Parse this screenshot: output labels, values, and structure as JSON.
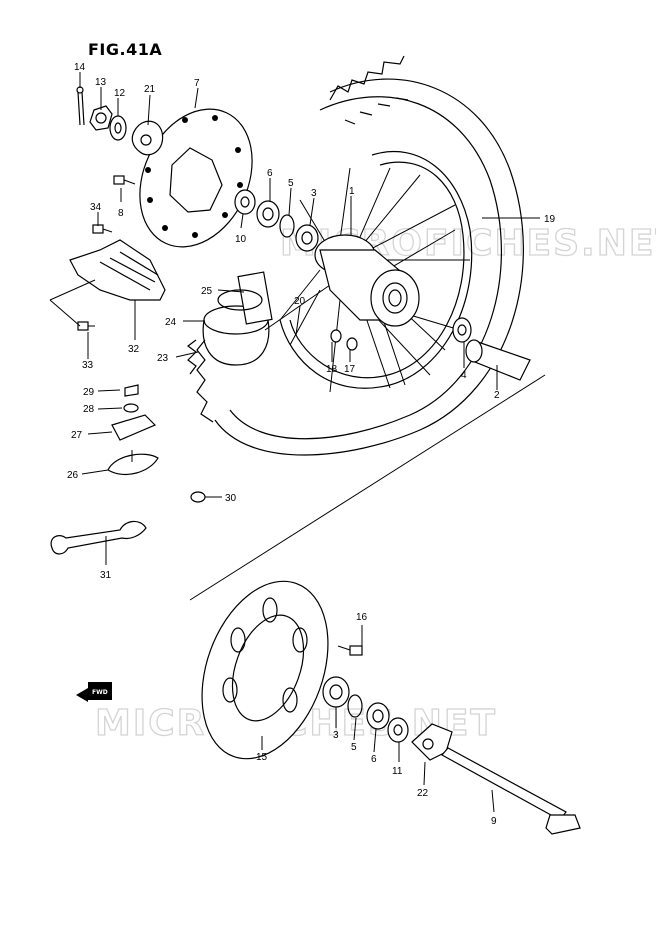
{
  "figure": {
    "title": "FIG.41A"
  },
  "watermark": {
    "text": "MICROFICHES.NET"
  },
  "direction_badge": {
    "text": "FWD"
  },
  "callouts": [
    {
      "id": "c1",
      "label": "1"
    },
    {
      "id": "c2",
      "label": "2"
    },
    {
      "id": "c3a",
      "label": "3"
    },
    {
      "id": "c3b",
      "label": "3"
    },
    {
      "id": "c4",
      "label": "4"
    },
    {
      "id": "c5a",
      "label": "5"
    },
    {
      "id": "c5b",
      "label": "5"
    },
    {
      "id": "c6a",
      "label": "6"
    },
    {
      "id": "c6b",
      "label": "6"
    },
    {
      "id": "c7",
      "label": "7"
    },
    {
      "id": "c8",
      "label": "8"
    },
    {
      "id": "c9",
      "label": "9"
    },
    {
      "id": "c10",
      "label": "10"
    },
    {
      "id": "c11",
      "label": "11"
    },
    {
      "id": "c12",
      "label": "12"
    },
    {
      "id": "c13",
      "label": "13"
    },
    {
      "id": "c14",
      "label": "14"
    },
    {
      "id": "c15",
      "label": "15"
    },
    {
      "id": "c16",
      "label": "16"
    },
    {
      "id": "c17",
      "label": "17"
    },
    {
      "id": "c18",
      "label": "18"
    },
    {
      "id": "c19",
      "label": "19"
    },
    {
      "id": "c20",
      "label": "20"
    },
    {
      "id": "c21",
      "label": "21"
    },
    {
      "id": "c22",
      "label": "22"
    },
    {
      "id": "c23",
      "label": "23"
    },
    {
      "id": "c24",
      "label": "24"
    },
    {
      "id": "c25",
      "label": "25"
    },
    {
      "id": "c26",
      "label": "26"
    },
    {
      "id": "c27",
      "label": "27"
    },
    {
      "id": "c28",
      "label": "28"
    },
    {
      "id": "c29",
      "label": "29"
    },
    {
      "id": "c30",
      "label": "30"
    },
    {
      "id": "c31",
      "label": "31"
    },
    {
      "id": "c32",
      "label": "32"
    },
    {
      "id": "c33",
      "label": "33"
    },
    {
      "id": "c34",
      "label": "34"
    }
  ]
}
